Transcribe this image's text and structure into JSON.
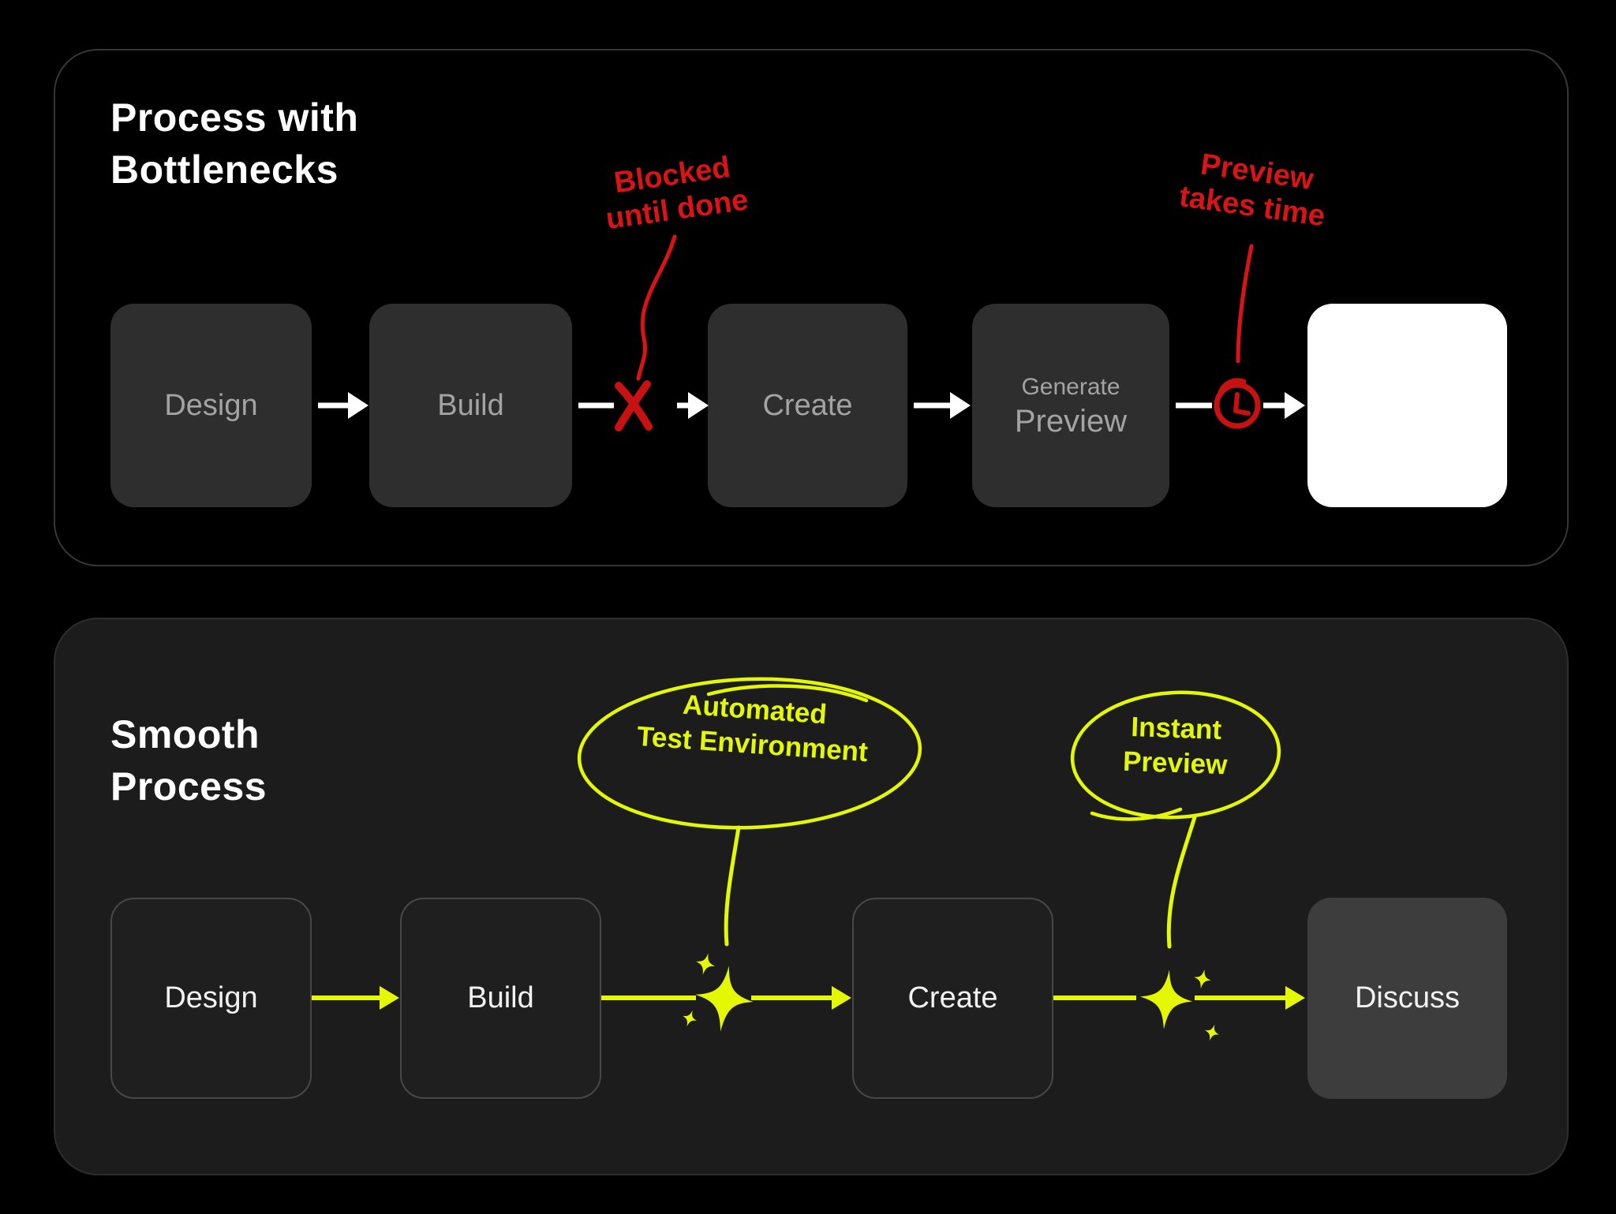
{
  "top_panel": {
    "title_line1": "Process with",
    "title_line2": "Bottlenecks",
    "steps": [
      "Design",
      "Build",
      "Create"
    ],
    "generate_step_line1": "Generate",
    "generate_step_line2": "Preview",
    "blocked_note_line1": "Blocked",
    "blocked_note_line2": "until done",
    "preview_note_line1": "Preview",
    "preview_note_line2": "takes time"
  },
  "bottom_panel": {
    "title_line1": "Smooth",
    "title_line2": "Process",
    "steps": [
      "Design",
      "Build",
      "Create",
      "Discuss"
    ],
    "bubble1_line1": "Automated",
    "bubble1_line2": "Test Environment",
    "bubble2_line1": "Instant",
    "bubble2_line2": "Preview"
  },
  "colors": {
    "background": "#000000",
    "panel_bottom_bg": "#1c1c1c",
    "box_top_bg": "#2e2e2e",
    "box_top_text": "#a3a3a3",
    "box_bottom_bg": "#1f1f1f",
    "box_bottom_border": "#484848",
    "discuss_box_bg": "#3d3d3d",
    "result_box_bg": "#ffffff",
    "accent_yellow": "#e4f801",
    "accent_red": "#da1414",
    "arrow_top": "#ffffff"
  }
}
